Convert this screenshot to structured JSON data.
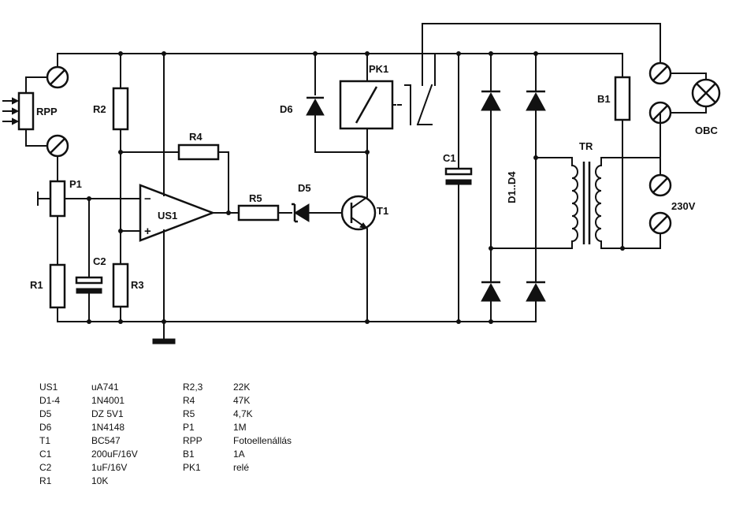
{
  "labels": {
    "RPP": "RPP",
    "R2": "R2",
    "R4": "R4",
    "P1": "P1",
    "US1": "US1",
    "R5": "R5",
    "D5": "D5",
    "T1": "T1",
    "R1": "R1",
    "C2": "C2",
    "R3": "R3",
    "D6": "D6",
    "PK1": "PK1",
    "C1": "C1",
    "D1D4": "D1..D4",
    "TR": "TR",
    "B1": "B1",
    "OBC": "OBC",
    "V230": "230V",
    "minus": "−",
    "plus": "+"
  },
  "parts_left": [
    {
      "ref": "US1",
      "value": "uA741"
    },
    {
      "ref": "D1-4",
      "value": "1N4001"
    },
    {
      "ref": "D5",
      "value": "DZ 5V1"
    },
    {
      "ref": "D6",
      "value": "1N4148"
    },
    {
      "ref": "T1",
      "value": "BC547"
    },
    {
      "ref": "C1",
      "value": "200uF/16V"
    },
    {
      "ref": "C2",
      "value": "1uF/16V"
    },
    {
      "ref": "R1",
      "value": "10K"
    }
  ],
  "parts_right": [
    {
      "ref": "R2,3",
      "value": "22K"
    },
    {
      "ref": "R4",
      "value": "47K"
    },
    {
      "ref": "R5",
      "value": "4,7K"
    },
    {
      "ref": "P1",
      "value": "1M"
    },
    {
      "ref": "RPP",
      "value": "Fotoellenállás"
    },
    {
      "ref": "B1",
      "value": "1A"
    },
    {
      "ref": "PK1",
      "value": "relé"
    }
  ]
}
